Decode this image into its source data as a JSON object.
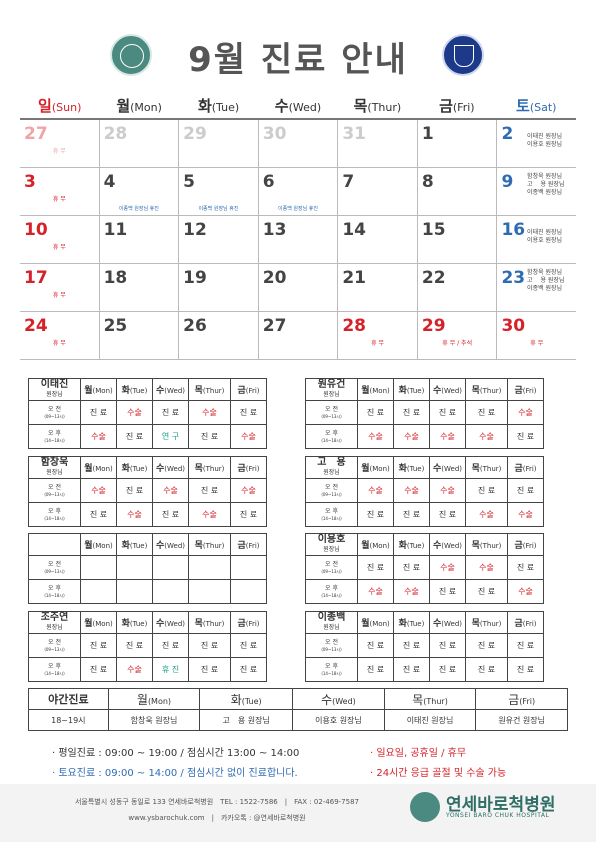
{
  "header": {
    "title": "9월 진료 안내",
    "left_logo_icon": "hospital-seal-icon",
    "right_logo_icon": "yonsei-university-seal-icon"
  },
  "calendar": {
    "days": [
      {
        "ko": "일",
        "en": "(Sun)",
        "kind": "sun"
      },
      {
        "ko": "월",
        "en": "(Mon)",
        "kind": ""
      },
      {
        "ko": "화",
        "en": "(Tue)",
        "kind": ""
      },
      {
        "ko": "수",
        "en": "(Wed)",
        "kind": ""
      },
      {
        "ko": "목",
        "en": "(Thur)",
        "kind": ""
      },
      {
        "ko": "금",
        "en": "(Fri)",
        "kind": ""
      },
      {
        "ko": "토",
        "en": "(Sat)",
        "kind": "sat"
      }
    ],
    "weeks": [
      [
        {
          "num": "27",
          "note": "휴 무",
          "kind": "muted sunm"
        },
        {
          "num": "28",
          "kind": "muted"
        },
        {
          "num": "29",
          "kind": "muted"
        },
        {
          "num": "30",
          "kind": "muted"
        },
        {
          "num": "31",
          "kind": "muted"
        },
        {
          "num": "1",
          "kind": ""
        },
        {
          "num": "2",
          "kind": "sat",
          "docs": [
            "",
            "이태진 원장님",
            "이용호 원장님"
          ]
        }
      ],
      [
        {
          "num": "3",
          "note": "휴 무",
          "kind": "sun"
        },
        {
          "num": "4",
          "leave": "이종백 원장님 휴진",
          "kind": ""
        },
        {
          "num": "5",
          "leave": "이종백 원장님 휴진",
          "kind": ""
        },
        {
          "num": "6",
          "leave": "이종백 원장님 휴진",
          "kind": ""
        },
        {
          "num": "7",
          "kind": ""
        },
        {
          "num": "8",
          "kind": ""
        },
        {
          "num": "9",
          "kind": "sat",
          "docs": [
            "함창욱 원장님",
            "고 　용 원장님",
            "이종백 원장님"
          ]
        }
      ],
      [
        {
          "num": "10",
          "note": "휴 무",
          "kind": "sun"
        },
        {
          "num": "11",
          "kind": ""
        },
        {
          "num": "12",
          "kind": ""
        },
        {
          "num": "13",
          "kind": ""
        },
        {
          "num": "14",
          "kind": ""
        },
        {
          "num": "15",
          "kind": ""
        },
        {
          "num": "16",
          "kind": "sat",
          "docs": [
            "",
            "이태진 원장님",
            "이용호 원장님"
          ]
        }
      ],
      [
        {
          "num": "17",
          "note": "휴 무",
          "kind": "sun"
        },
        {
          "num": "18",
          "kind": ""
        },
        {
          "num": "19",
          "kind": ""
        },
        {
          "num": "20",
          "kind": ""
        },
        {
          "num": "21",
          "kind": ""
        },
        {
          "num": "22",
          "kind": ""
        },
        {
          "num": "23",
          "kind": "sat",
          "docs": [
            "함창욱 원장님",
            "고 　용 원장님",
            "이종백 원장님"
          ]
        }
      ],
      [
        {
          "num": "24",
          "note": "휴 무",
          "kind": "sun"
        },
        {
          "num": "25",
          "kind": ""
        },
        {
          "num": "26",
          "kind": ""
        },
        {
          "num": "27",
          "kind": ""
        },
        {
          "num": "28",
          "note": "휴 무",
          "kind": "sun"
        },
        {
          "num": "29",
          "note": "휴 무 / 추석",
          "kind": "sun"
        },
        {
          "num": "30",
          "note": "휴 무",
          "kind": "sun"
        }
      ]
    ]
  },
  "schedule_days": [
    "월",
    "화",
    "수",
    "목",
    "금"
  ],
  "schedule_days_en": [
    "(Mon)",
    "(Tue)",
    "(Wed)",
    "(Thur)",
    "(Fri)"
  ],
  "periods": [
    {
      "label": "오 전",
      "time": "(09~13시)"
    },
    {
      "label": "오 후",
      "time": "(14~18시)"
    }
  ],
  "doctors": [
    {
      "name": "이태진",
      "title": "원장님",
      "am": [
        [
          "진 료",
          "b"
        ],
        [
          "수술",
          "r"
        ],
        [
          "진 료",
          "b"
        ],
        [
          "수술",
          "r"
        ],
        [
          "진 료",
          "b"
        ]
      ],
      "pm": [
        [
          "수술",
          "r"
        ],
        [
          "진 료",
          "b"
        ],
        [
          "연 구",
          "g"
        ],
        [
          "진 료",
          "b"
        ],
        [
          "수술",
          "r"
        ]
      ]
    },
    {
      "name": "원유건",
      "title": "원장님",
      "am": [
        [
          "진 료",
          "b"
        ],
        [
          "진 료",
          "b"
        ],
        [
          "진 료",
          "b"
        ],
        [
          "진 료",
          "b"
        ],
        [
          "수술",
          "r"
        ]
      ],
      "pm": [
        [
          "수술",
          "r"
        ],
        [
          "수술",
          "r"
        ],
        [
          "수술",
          "r"
        ],
        [
          "수술",
          "r"
        ],
        [
          "진 료",
          "b"
        ]
      ]
    },
    {
      "name": "함창욱",
      "title": "원장님",
      "am": [
        [
          "수술",
          "r"
        ],
        [
          "진 료",
          "b"
        ],
        [
          "수술",
          "r"
        ],
        [
          "진 료",
          "b"
        ],
        [
          "수술",
          "r"
        ]
      ],
      "pm": [
        [
          "진 료",
          "b"
        ],
        [
          "수술",
          "r"
        ],
        [
          "진 료",
          "b"
        ],
        [
          "수술",
          "r"
        ],
        [
          "진 료",
          "b"
        ]
      ]
    },
    {
      "name": "고　용",
      "title": "원장님",
      "am": [
        [
          "수술",
          "r"
        ],
        [
          "수술",
          "r"
        ],
        [
          "수술",
          "r"
        ],
        [
          "진 료",
          "b"
        ],
        [
          "진 료",
          "b"
        ]
      ],
      "pm": [
        [
          "진 료",
          "b"
        ],
        [
          "진 료",
          "b"
        ],
        [
          "진 료",
          "b"
        ],
        [
          "수술",
          "r"
        ],
        [
          "수술",
          "r"
        ]
      ]
    },
    {
      "name": "",
      "title": "",
      "am": [
        [
          "",
          "b"
        ],
        [
          "",
          "b"
        ],
        [
          "",
          "b"
        ],
        [
          "",
          "b"
        ],
        [
          "",
          "b"
        ]
      ],
      "pm": [
        [
          "",
          "b"
        ],
        [
          "",
          "b"
        ],
        [
          "",
          "b"
        ],
        [
          "",
          "b"
        ],
        [
          "",
          "b"
        ]
      ]
    },
    {
      "name": "이용호",
      "title": "원장님",
      "am": [
        [
          "진 료",
          "b"
        ],
        [
          "진 료",
          "b"
        ],
        [
          "수술",
          "r"
        ],
        [
          "수술",
          "r"
        ],
        [
          "진 료",
          "b"
        ]
      ],
      "pm": [
        [
          "수술",
          "r"
        ],
        [
          "수술",
          "r"
        ],
        [
          "진 료",
          "b"
        ],
        [
          "진 료",
          "b"
        ],
        [
          "수술",
          "r"
        ]
      ]
    },
    {
      "name": "조주연",
      "title": "원장님",
      "am": [
        [
          "진 료",
          "b"
        ],
        [
          "진 료",
          "b"
        ],
        [
          "진 료",
          "b"
        ],
        [
          "진 료",
          "b"
        ],
        [
          "진 료",
          "b"
        ]
      ],
      "pm": [
        [
          "진 료",
          "b"
        ],
        [
          "수술",
          "r"
        ],
        [
          "휴 진",
          "g"
        ],
        [
          "진 료",
          "b"
        ],
        [
          "진 료",
          "b"
        ]
      ]
    },
    {
      "name": "이종백",
      "title": "원장님",
      "am": [
        [
          "진 료",
          "b"
        ],
        [
          "진 료",
          "b"
        ],
        [
          "진 료",
          "b"
        ],
        [
          "진 료",
          "b"
        ],
        [
          "진 료",
          "b"
        ]
      ],
      "pm": [
        [
          "진 료",
          "b"
        ],
        [
          "진 료",
          "b"
        ],
        [
          "진 료",
          "b"
        ],
        [
          "진 료",
          "b"
        ],
        [
          "진 료",
          "b"
        ]
      ]
    }
  ],
  "night": {
    "title": "야간진료",
    "hours": "18~19시",
    "days": [
      {
        "ko": "월",
        "en": "(Mon)",
        "doctor": "함창욱 원장님"
      },
      {
        "ko": "화",
        "en": "(Tue)",
        "doctor": "고　용 원장님"
      },
      {
        "ko": "수",
        "en": "(Wed)",
        "doctor": "이용호 원장님"
      },
      {
        "ko": "목",
        "en": "(Thur)",
        "doctor": "이태진 원장님"
      },
      {
        "ko": "금",
        "en": "(Fri)",
        "doctor": "원유건 원장님"
      }
    ]
  },
  "info": {
    "weekday": "· 평일진료 : 09:00 ~ 19:00 / 점심시간 13:00 ~ 14:00",
    "saturday": "· 토요진료 : 09:00 ~ 14:00 / 점심시간 없이 진료합니다.",
    "closed": "· 일요일, 공휴일 / 휴무",
    "emergency": "· 24시간 응급 골절 및 수술 가능"
  },
  "footer": {
    "address": "서울특별시 성동구 동일로 133 연세바로척병원　TEL : 1522-7586　|　FAX : 02-469-7587",
    "web": "www.ysbarochuk.com　|　카카오톡 : @연세바로척병원",
    "hospital_ko": "연세바로척병원",
    "hospital_en": "YONSEI BARO CHUK HOSPITAL",
    "logo_icon": "hospital-logo-icon"
  }
}
